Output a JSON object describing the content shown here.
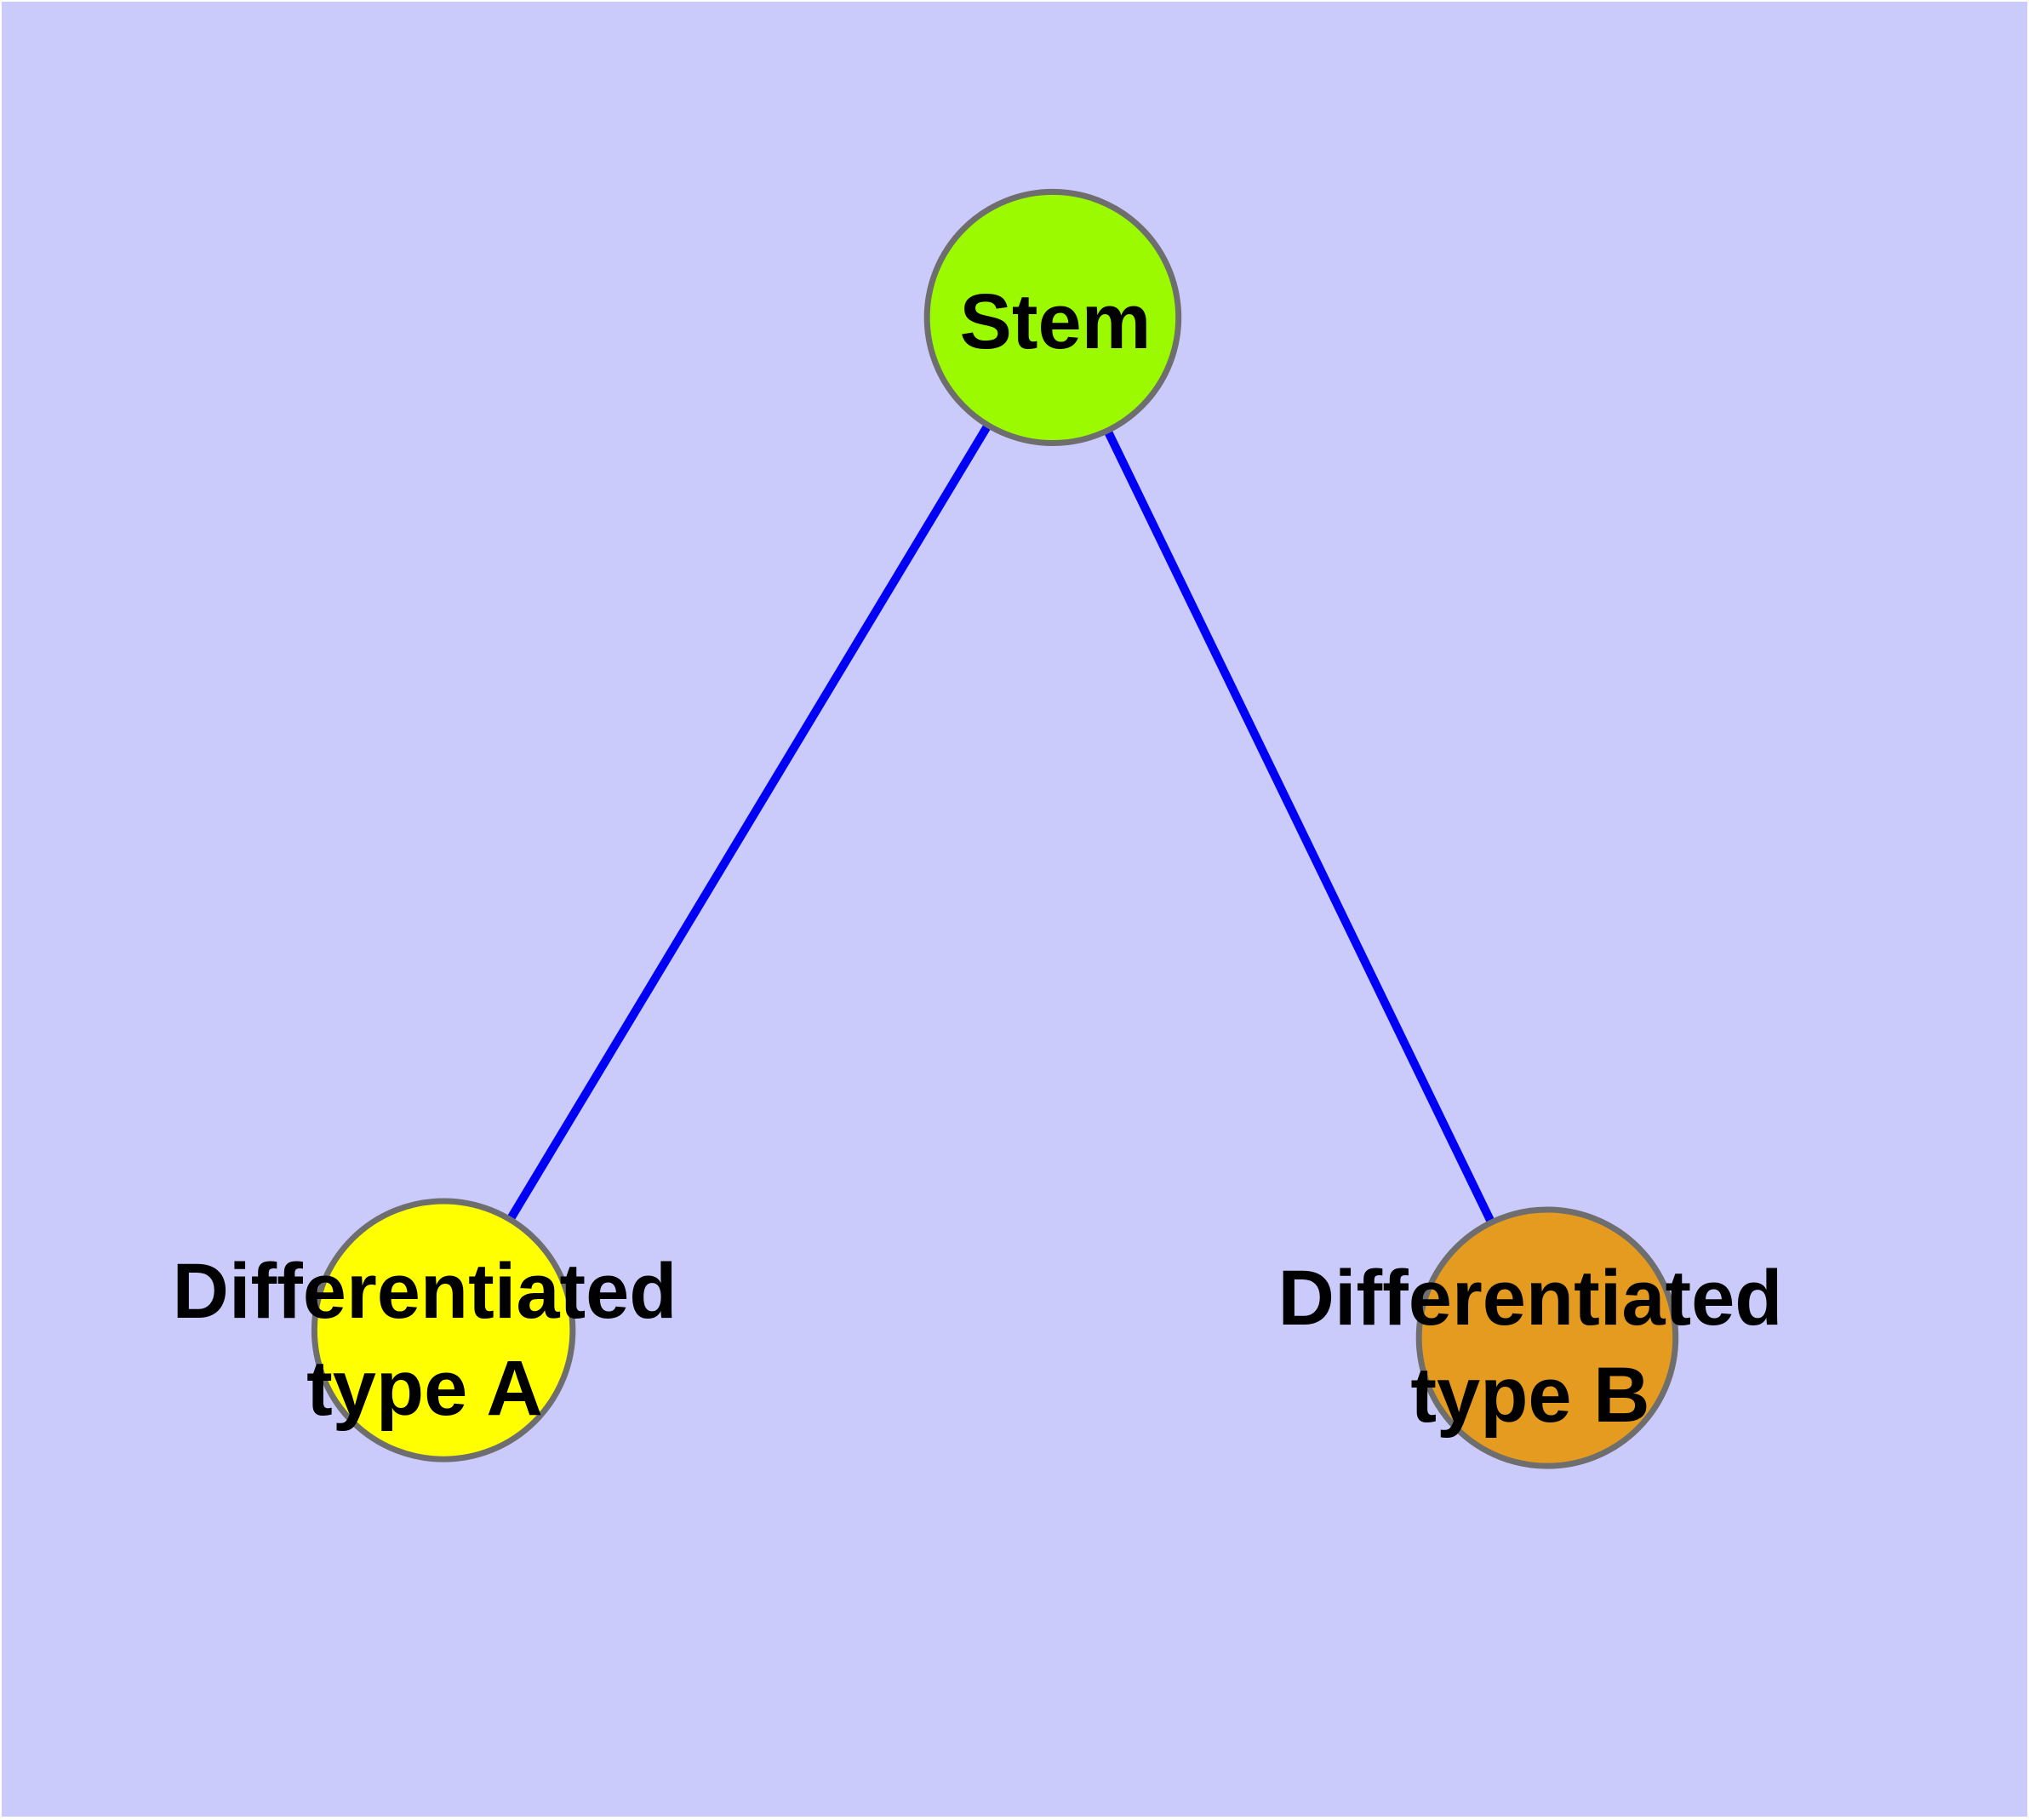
{
  "diagram": {
    "panel_background_color": "#CBCBFB",
    "page_margin_color": "#FFFFFF",
    "edge_color": "#0000F5",
    "node_border_color": "#6E6E6E",
    "label_color": "#000000",
    "nodes": [
      {
        "id": "stem",
        "label": "Stem",
        "color": "#9BFA00"
      },
      {
        "id": "differentiated-type-a",
        "label_line1": "Differentiated",
        "label_line2": "type A",
        "color": "#FFFF00"
      },
      {
        "id": "differentiated-type-b",
        "label_line1": "Differentiated",
        "label_line2": "type B",
        "color": "#E49B20"
      }
    ],
    "edges": [
      {
        "from": "Stem",
        "to": "Differentiated type A"
      },
      {
        "from": "Stem",
        "to": "Differentiated type B"
      }
    ]
  }
}
